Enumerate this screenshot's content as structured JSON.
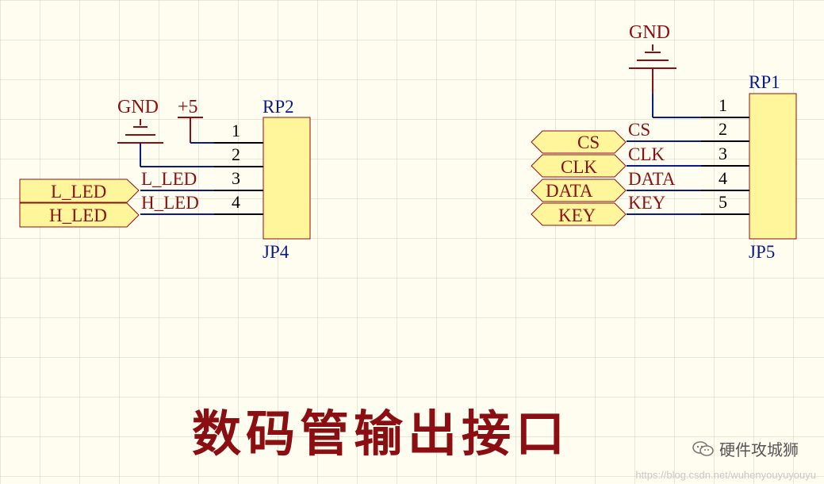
{
  "title": "数码管输出接口",
  "watermark": "https://blog.csdn.net/wuhenyouyuyouyu",
  "brand": "硬件攻城狮",
  "left_connector": {
    "designator": "RP2",
    "name": "JP4",
    "power_labels": [
      "GND",
      "+5"
    ],
    "pins": [
      {
        "num": "1",
        "net": ""
      },
      {
        "num": "2",
        "net": ""
      },
      {
        "num": "3",
        "net": "L_LED"
      },
      {
        "num": "4",
        "net": "H_LED"
      }
    ],
    "ports": [
      "L_LED",
      "H_LED"
    ]
  },
  "right_connector": {
    "designator": "RP1",
    "name": "JP5",
    "power_labels": [
      "GND"
    ],
    "pins": [
      {
        "num": "1",
        "net": ""
      },
      {
        "num": "2",
        "net": "CS"
      },
      {
        "num": "3",
        "net": "CLK"
      },
      {
        "num": "4",
        "net": "DATA"
      },
      {
        "num": "5",
        "net": "KEY"
      }
    ],
    "ports": [
      "CS",
      "CLK",
      "DATA",
      "KEY"
    ]
  },
  "colors": {
    "wire": "#0b1a8a",
    "label_red": "#8b0e12",
    "component_fill": "#fff59a",
    "background": "#fffdf0"
  }
}
